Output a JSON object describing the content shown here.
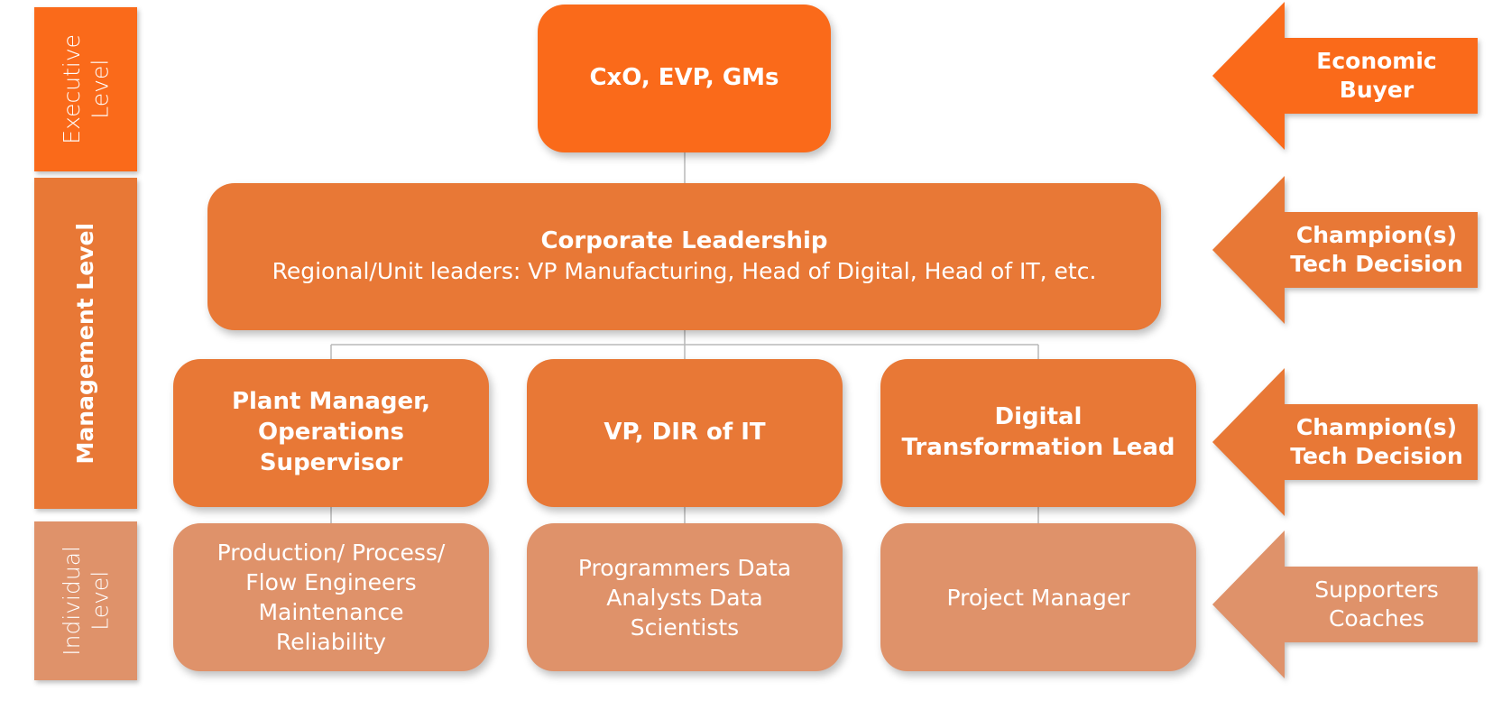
{
  "levels": {
    "executive": "Executive\nLevel",
    "management": "Management Level",
    "individual": "Individual\nLevel"
  },
  "org": {
    "executive": {
      "title": "CxO, EVP, GMs"
    },
    "corporate": {
      "title": "Corporate Leadership",
      "subtitle": "Regional/Unit leaders: VP Manufacturing, Head of Digital, Head of IT, etc."
    },
    "managers": [
      {
        "title": "Plant Manager,\nOperations\nSupervisor"
      },
      {
        "title": "VP, DIR of IT"
      },
      {
        "title": "Digital\nTransformation Lead"
      }
    ],
    "individuals": [
      {
        "text": "Production/ Process/\nFlow Engineers\nMaintenance\nReliability"
      },
      {
        "text": "Programmers Data\nAnalysts Data\nScientists"
      },
      {
        "text": "Project Manager"
      }
    ]
  },
  "roles": [
    {
      "label": "Economic\nBuyer"
    },
    {
      "label": "Champion(s)\nTech Decision"
    },
    {
      "label": "Champion(s)\nTech Decision"
    },
    {
      "label": "Supporters\nCoaches"
    }
  ],
  "colors": {
    "executive": "#fa6a1a",
    "management": "#e87836",
    "individual": "#df926a",
    "connector": "#b8b8b8"
  }
}
